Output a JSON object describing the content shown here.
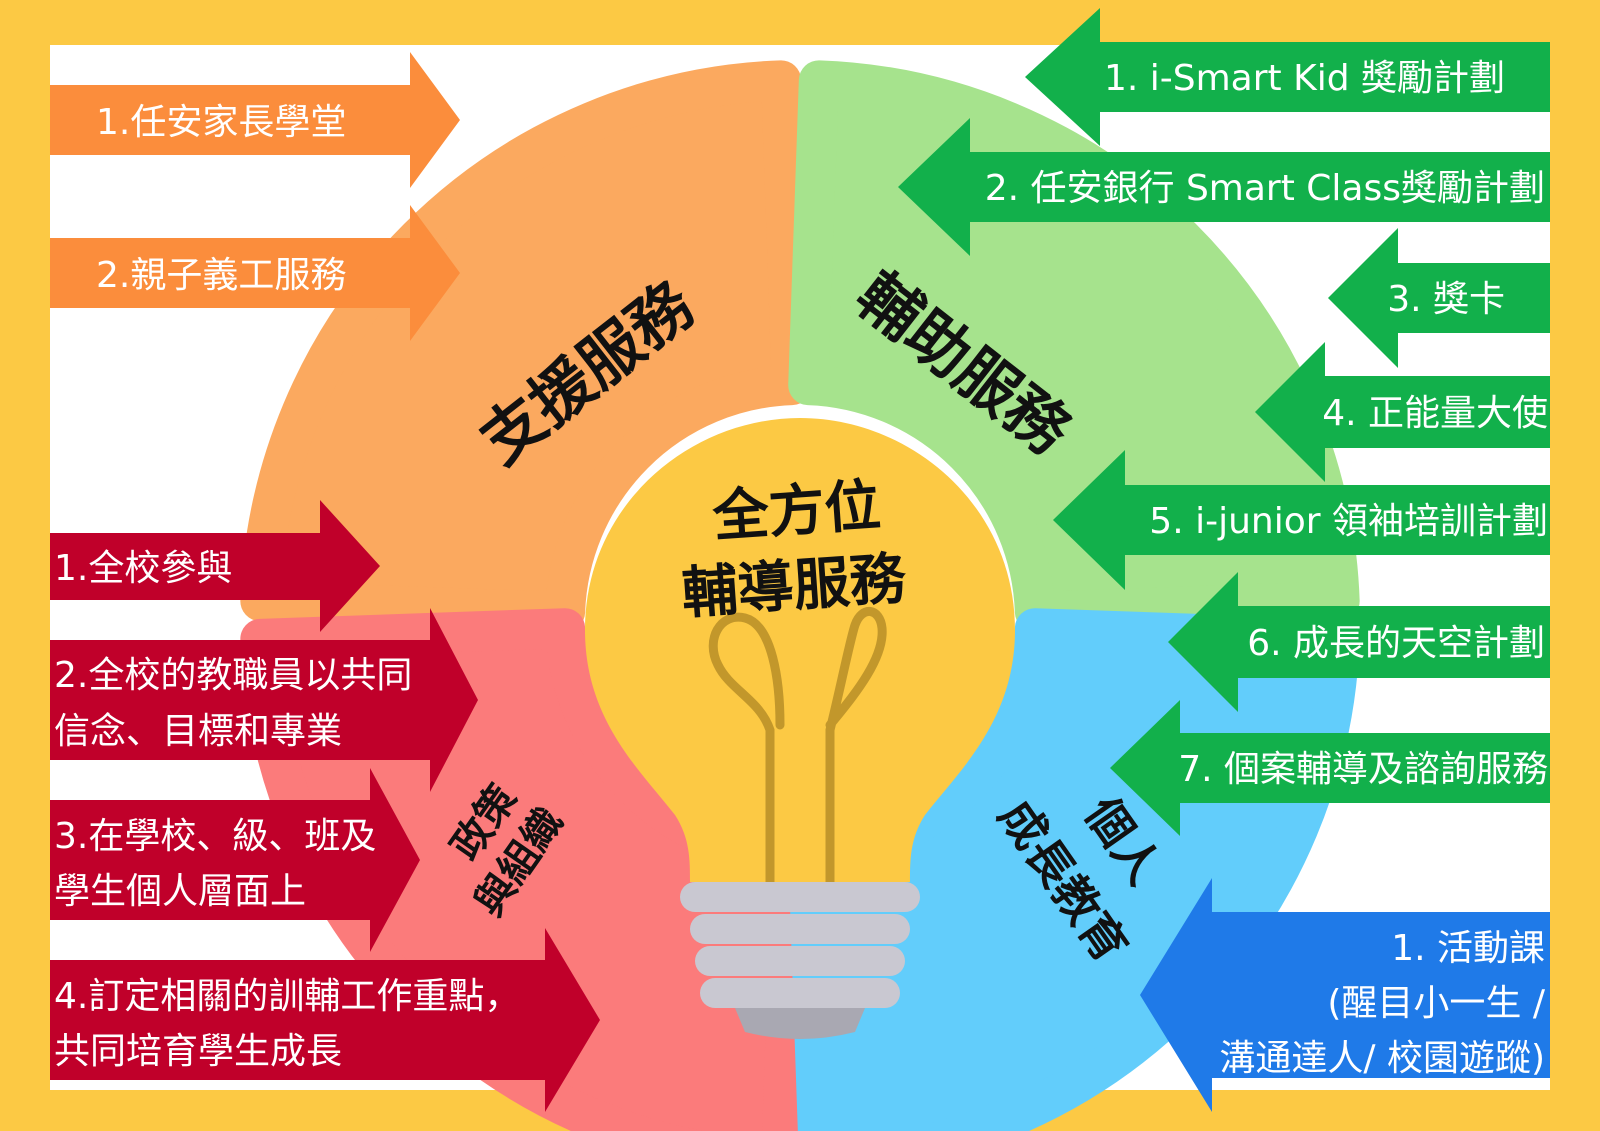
{
  "center": {
    "line1": "全方位",
    "line2": "輔導服務"
  },
  "sections": {
    "support": {
      "title": "支援服務",
      "color": "#fba95f",
      "arrow_color": "#fb8d3c",
      "items": [
        "1.任安家長學堂",
        "2.親子義工服務"
      ]
    },
    "assist": {
      "title": "輔助服務",
      "color": "#a6e38d",
      "arrow_color": "#12b04b",
      "items": [
        "1. i-Smart Kid 獎勵計劃",
        "2. 任安銀行 Smart Class獎勵計劃",
        "3. 獎卡",
        "4. 正能量大使",
        "5. i-junior 領袖培訓計劃",
        "6. 成長的天空計劃",
        "7. 個案輔導及諮詢服務"
      ]
    },
    "policy": {
      "title_line1": "政策",
      "title_line2": "與組織",
      "color": "#fb7b7b",
      "arrow_color": "#c0002a",
      "items": [
        {
          "line1": "1.全校參與",
          "line2": ""
        },
        {
          "line1": "2.全校的教職員以共同",
          "line2": "信念、目標和專業"
        },
        {
          "line1": "3.在學校、級、班及",
          "line2": "學生個人層面上"
        },
        {
          "line1": "4.訂定相關的訓輔工作重點，",
          "line2": "共同培育學生成長"
        }
      ]
    },
    "personal": {
      "title_line1": "個人",
      "title_line2": "成長教育",
      "color": "#62cdfb",
      "arrow_color": "#1f7ae8",
      "item": {
        "line1": "1. 活動課",
        "line2": "(醒目小一生 /",
        "line3": "溝通達人/ 校園遊蹤)"
      }
    }
  },
  "colors": {
    "background": "#fcc944",
    "panel": "#ffffff",
    "bulb": "#fcc944",
    "bulb_base": "#c9c8d1",
    "bulb_base_dark": "#a9a8b2",
    "filament": "#c2972b"
  }
}
